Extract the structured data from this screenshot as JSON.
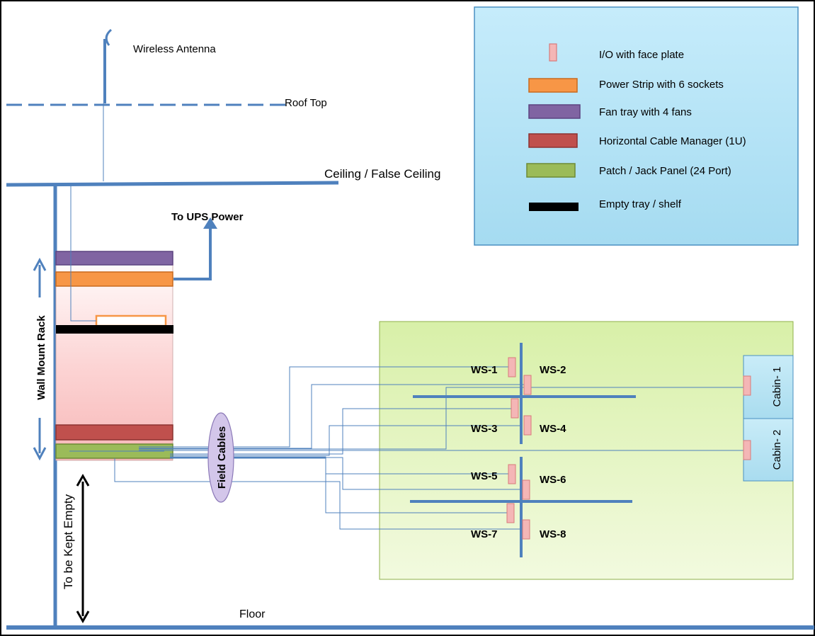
{
  "labels": {
    "wireless_antenna": "Wireless Antenna",
    "roof_top": "Roof Top",
    "ceiling": "Ceiling / False Ceiling",
    "ups_power": "To UPS Power",
    "wall_mount_rack": "Wall Mount Rack",
    "kept_empty": "To be Kept Empty",
    "floor": "Floor",
    "field_cables": "Field Cables"
  },
  "legend": {
    "items": [
      {
        "label": "I/O with face plate",
        "color": "#f4b6b6"
      },
      {
        "label": "Power Strip with 6 sockets",
        "color": "#f79646"
      },
      {
        "label": "Fan tray with 4 fans",
        "color": "#8064a2"
      },
      {
        "label": "Horizontal Cable Manager (1U)",
        "color": "#c0504d"
      },
      {
        "label": "Patch / Jack Panel (24 Port)",
        "color": "#9bbb59"
      },
      {
        "label": "Empty tray / shelf",
        "color": "#000000"
      }
    ]
  },
  "workstations": [
    "WS-1",
    "WS-2",
    "WS-3",
    "WS-4",
    "WS-5",
    "WS-6",
    "WS-7",
    "WS-8"
  ],
  "cabins": [
    "Cabin- 1",
    "Cabin- 2"
  ],
  "colors": {
    "line_blue": "#4f81bd",
    "legend_bg": "#b8e3f5",
    "office_bg": "#e3f5b8",
    "rack_bg": "#fbd6d6",
    "cabin_bg": "#b8e3f5",
    "io_plate": "#f4b6b6",
    "field_cables_bg": "#d3c6ea"
  }
}
